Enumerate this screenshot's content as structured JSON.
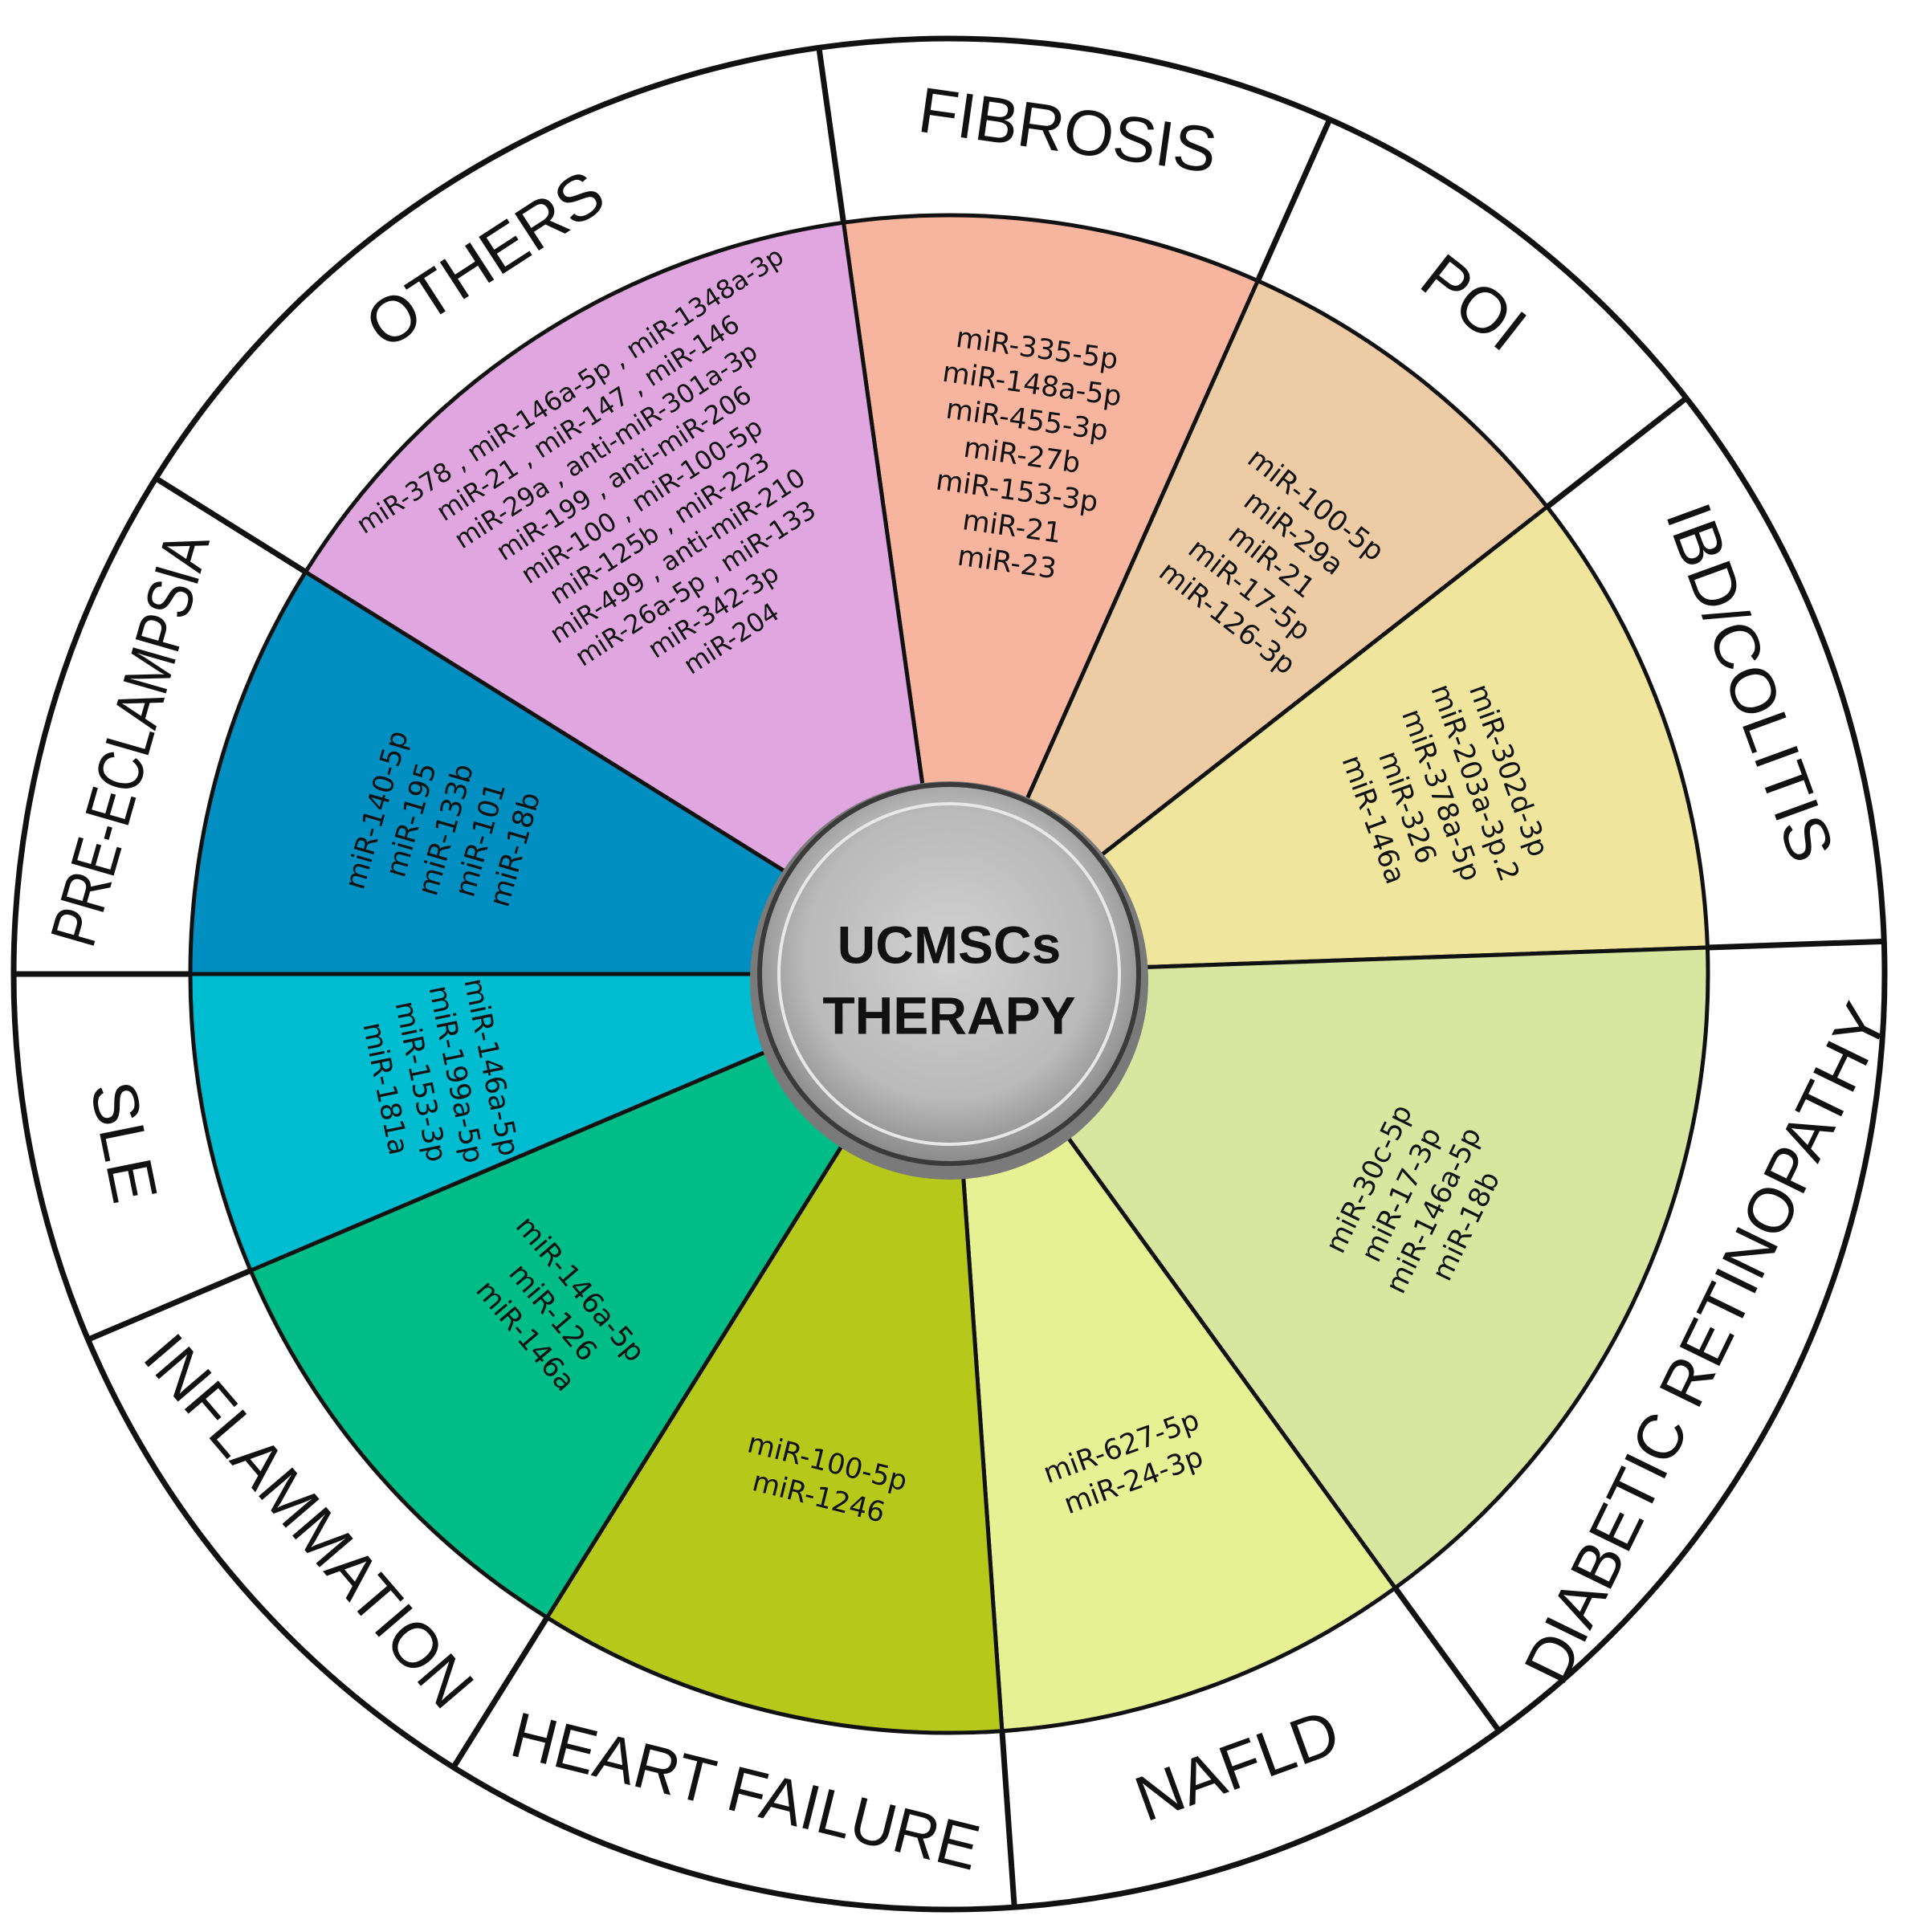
{
  "center": {
    "line1": "UCMSCs",
    "line2": "THERAPY"
  },
  "segments": [
    {
      "id": "fibrosis",
      "label": "FIBROSIS",
      "color": "#f7b5a0",
      "mirnas": [
        "miR-335-5p",
        "miR-148a-5p",
        "miR-455-3p",
        "miR-27b",
        "miR-153-3p",
        "miR-21",
        "miR-23"
      ]
    },
    {
      "id": "poi",
      "label": "POI",
      "color": "#edcba5",
      "mirnas": [
        "miR-100-5p",
        "miR-29a",
        "miR-21",
        "miR-17-5p",
        "miR-126-3p"
      ]
    },
    {
      "id": "ibd-colitis",
      "label": "IBD/COLITIS",
      "color": "#efe59c",
      "mirnas": [
        "miR-302d-3p",
        "miR-203a-3p.2",
        "miR-378a-5p",
        "miR-326",
        "miR-146a"
      ]
    },
    {
      "id": "diabetic-retinopathy",
      "label": "DIABETIC RETINOPATHY",
      "color": "#d9e6a0",
      "mirnas": [
        "miR-30c-5p",
        "miR-17-3p",
        "miR-146a-5p",
        "miR-18b"
      ]
    },
    {
      "id": "nafld",
      "label": "NAFLD",
      "color": "#e6f193",
      "mirnas": [
        "miR-627-5p",
        "miR-24-3p"
      ]
    },
    {
      "id": "heart-failure",
      "label": "HEART FAILURE",
      "color": "#b6c91b",
      "mirnas": [
        "miR-100-5p",
        "miR-1246"
      ]
    },
    {
      "id": "inflammation",
      "label": "INFLAMMATION",
      "color": "#00bd87",
      "mirnas": [
        "miR-146a-5p",
        "miR-126",
        "miR-146a"
      ]
    },
    {
      "id": "sle",
      "label": "SLE",
      "color": "#00bcd1",
      "mirnas": [
        "miR-146a-5p",
        "miR-199a-5p",
        "miR-153-3p",
        "miR-181a"
      ]
    },
    {
      "id": "pre-eclampsia",
      "label": "PRE-ECLAMPSIA",
      "color": "#008fc0",
      "mirnas": [
        "miR-140-5p",
        "miR-195",
        "miR-133b",
        "miR-101",
        "miR-18b"
      ]
    },
    {
      "id": "others",
      "label": "OTHERS",
      "color": "#e0a6e0",
      "mirnas": [
        "miR-378 , miR-146a-5p , miR-1348a-3p",
        "miR-21 , miR-147 , miR-146",
        "miR-29a , anti-miR-301a-3p",
        "miR-199 , anti-miR-206",
        "miR-100 , miR-100-5p",
        "miR-125b , miR-223",
        "miR-499 , anti-miR-210",
        "miR-26a-5p , miR-133",
        "miR-342-3p",
        "miR-204"
      ]
    }
  ]
}
